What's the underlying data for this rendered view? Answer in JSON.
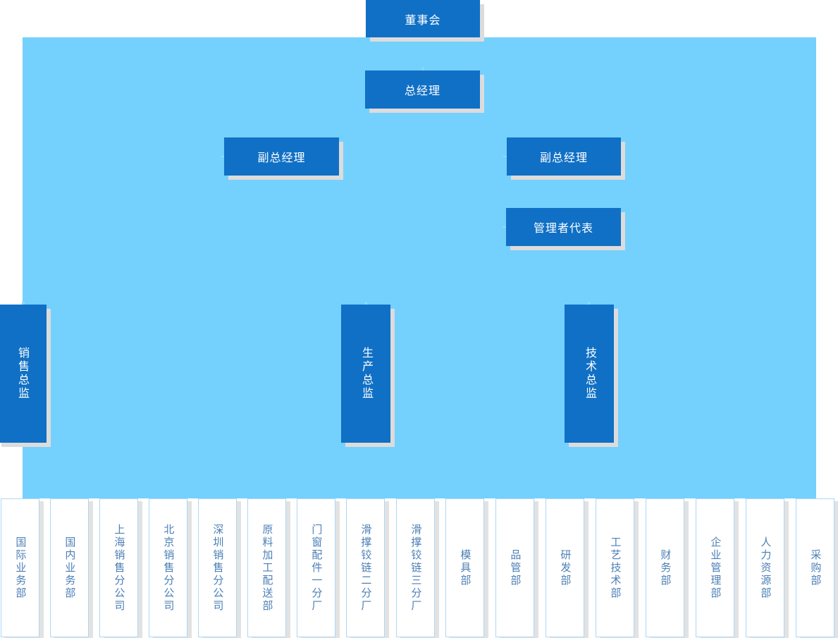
{
  "colors": {
    "panel_background": "#74d0fd",
    "executive_box": "#1070c5",
    "executive_text": "#ffffff",
    "department_box": "#ffffff",
    "department_border": "#aed7f5",
    "department_text": "#4b7fb7",
    "shadow": "#dcdcdc",
    "page_background": "#ffffff"
  },
  "chart_type": "organization-chart",
  "executives": [
    {
      "id": "board",
      "label": "董事会",
      "level": 0
    },
    {
      "id": "general-manager",
      "label": "总经理",
      "level": 1
    },
    {
      "id": "deputy-gm-left",
      "label": "副总经理",
      "level": 2
    },
    {
      "id": "deputy-gm-right",
      "label": "副总经理",
      "level": 2
    },
    {
      "id": "management-rep",
      "label": "管理者代表",
      "level": 3
    }
  ],
  "directors": [
    {
      "id": "sales-director",
      "label": "销售总监"
    },
    {
      "id": "production-director",
      "label": "生产总监"
    },
    {
      "id": "technical-director",
      "label": "技术总监"
    }
  ],
  "departments": [
    {
      "id": "international-business",
      "label": "国际业务部"
    },
    {
      "id": "domestic-business",
      "label": "国内业务部"
    },
    {
      "id": "shanghai-sales-branch",
      "label": "上海销售分公司"
    },
    {
      "id": "beijing-sales-branch",
      "label": "北京销售分公司"
    },
    {
      "id": "shenzhen-sales-branch",
      "label": "深圳销售分公司"
    },
    {
      "id": "raw-material-processing",
      "label": "原料加工配送部"
    },
    {
      "id": "window-parts-plant-1",
      "label": "门窗配件一分厂"
    },
    {
      "id": "hinge-plant-2",
      "label": "滑撑铰链二分厂"
    },
    {
      "id": "hinge-plant-3",
      "label": "滑撑铰链三分厂"
    },
    {
      "id": "mold-department",
      "label": "模具部"
    },
    {
      "id": "quality-control",
      "label": "品管部"
    },
    {
      "id": "research-development",
      "label": "研发部"
    },
    {
      "id": "process-technology",
      "label": "工艺技术部"
    },
    {
      "id": "finance-department",
      "label": "财务部"
    },
    {
      "id": "enterprise-management",
      "label": "企业管理部"
    },
    {
      "id": "human-resources",
      "label": "人力资源部"
    },
    {
      "id": "purchasing-department",
      "label": "采购部"
    }
  ]
}
